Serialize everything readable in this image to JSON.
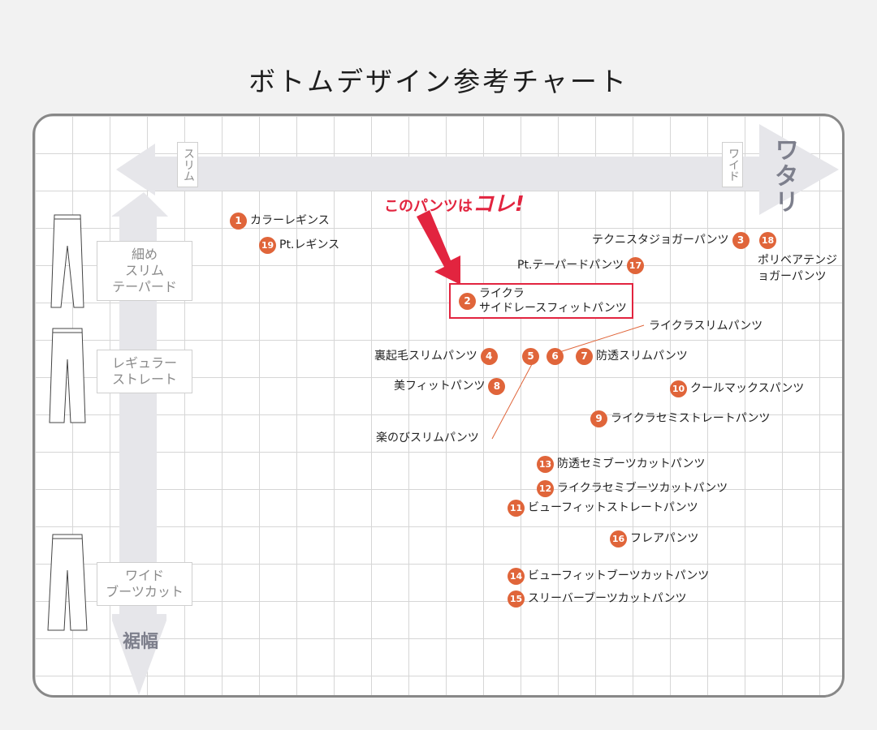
{
  "title": "ボトムデザイン参考チャート",
  "axes": {
    "horizontal": {
      "name": "ワタリ",
      "left_label": "スリム",
      "right_label": "ワイド"
    },
    "vertical": {
      "name": "裾幅"
    }
  },
  "vertical_categories": [
    {
      "lines": [
        "細め",
        "スリム",
        "テーパード"
      ]
    },
    {
      "lines": [
        "レギュラー",
        "ストレート"
      ]
    },
    {
      "lines": [
        "ワイド",
        "ブーツカット"
      ]
    }
  ],
  "callout": {
    "text_a": "このパンツは",
    "text_b": "コレ!"
  },
  "colors": {
    "badge": "#e0653a",
    "highlight": "#e2243f",
    "axis": "#e6e6ea",
    "axis_text": "#7d7f8c"
  },
  "items": [
    {
      "num": "1",
      "name": "カラーレギンス"
    },
    {
      "num": "19",
      "name": "Pt.レギンス"
    },
    {
      "num": "3",
      "name": "テクニスタジョガーパンツ"
    },
    {
      "num": "18",
      "name": "ポリベアテンジョガーパンツ"
    },
    {
      "num": "17",
      "name": "Pt.テーパードパンツ"
    },
    {
      "num": "2",
      "name_line1": "ライクラ",
      "name_line2": "サイドレースフィットパンツ"
    },
    {
      "num": "5",
      "name": "楽のびスリムパンツ"
    },
    {
      "num": "6",
      "name": "ライクラスリムパンツ"
    },
    {
      "num": "4",
      "name": "裏起毛スリムパンツ"
    },
    {
      "num": "7",
      "name": "防透スリムパンツ"
    },
    {
      "num": "8",
      "name": "美フィットパンツ"
    },
    {
      "num": "10",
      "name": "クールマックスパンツ"
    },
    {
      "num": "9",
      "name": "ライクラセミストレートパンツ"
    },
    {
      "num": "13",
      "name": "防透セミブーツカットパンツ"
    },
    {
      "num": "12",
      "name": "ライクラセミブーツカットパンツ"
    },
    {
      "num": "11",
      "name": "ビューフィットストレートパンツ"
    },
    {
      "num": "16",
      "name": "フレアパンツ"
    },
    {
      "num": "14",
      "name": "ビューフィットブーツカットパンツ"
    },
    {
      "num": "15",
      "name": "スリーバーブーツカットパンツ"
    }
  ]
}
